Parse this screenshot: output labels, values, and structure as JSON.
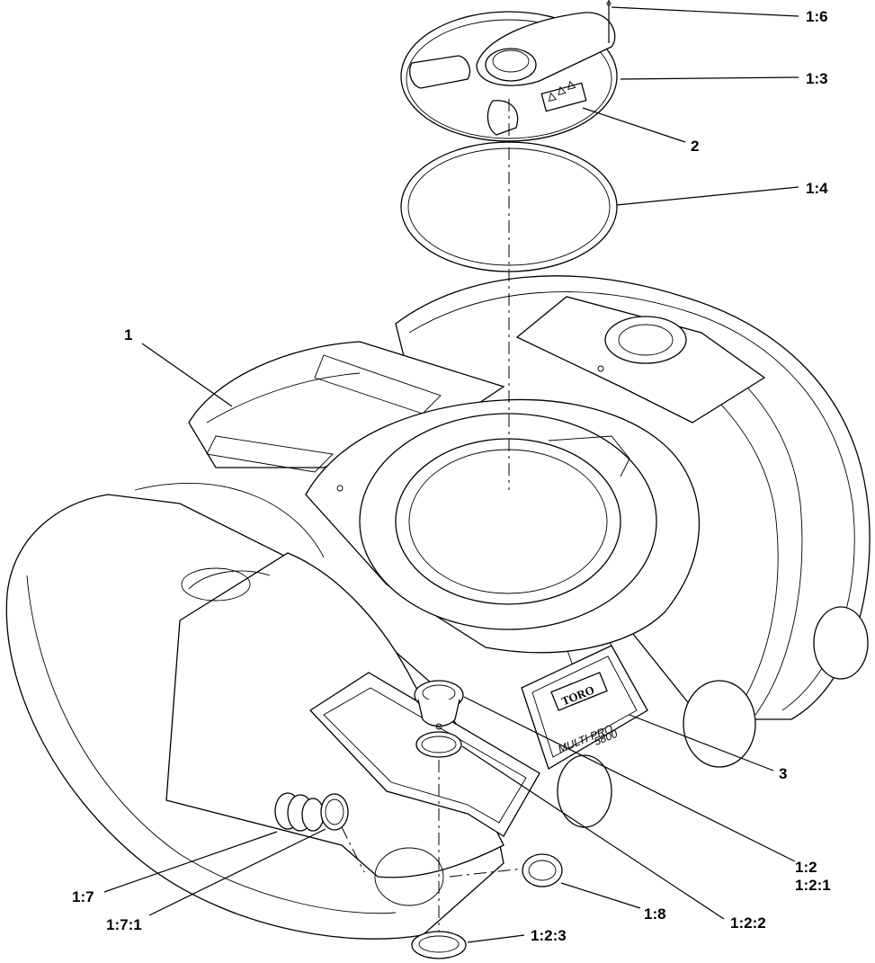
{
  "callouts": [
    {
      "id": "c16",
      "text": "1:6"
    },
    {
      "id": "c13",
      "text": "1:3"
    },
    {
      "id": "c2",
      "text": "2"
    },
    {
      "id": "c14",
      "text": "1:4"
    },
    {
      "id": "c1",
      "text": "1"
    },
    {
      "id": "c3",
      "text": "3"
    },
    {
      "id": "c12",
      "text": "1:2"
    },
    {
      "id": "c121",
      "text": "1:2:1"
    },
    {
      "id": "c122",
      "text": "1:2:2"
    },
    {
      "id": "c17",
      "text": "1:7"
    },
    {
      "id": "c171",
      "text": "1:7:1"
    },
    {
      "id": "c18",
      "text": "1:8"
    },
    {
      "id": "c123",
      "text": "1:2:3"
    }
  ],
  "emblem": {
    "brand": "TORO",
    "model": "MULTI PRO",
    "number": "5800"
  }
}
